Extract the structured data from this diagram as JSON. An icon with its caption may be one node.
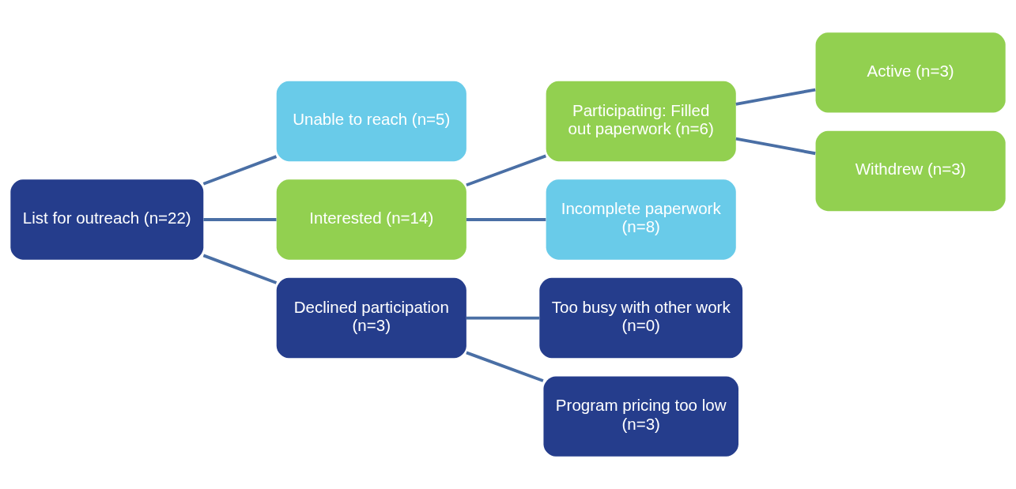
{
  "diagram": {
    "nodes": [
      {
        "text": [
          "List for outreach (n=22)"
        ]
      },
      {
        "text": [
          "Unable to reach (n=5)"
        ]
      },
      {
        "text": [
          "Interested (n=14)"
        ]
      },
      {
        "text": [
          "Declined participation (n=3)"
        ]
      },
      {
        "text": [
          "Participating: Filled out paperwork (n=6)"
        ]
      },
      {
        "text": [
          "Incomplete paperwork (n=8)"
        ]
      },
      {
        "text": [
          "Too busy with other work (n=0)"
        ]
      },
      {
        "text": [
          "Program pricing too low (n=3)"
        ]
      },
      {
        "text": [
          "Active (n=3)"
        ]
      },
      {
        "text": [
          "Withdrew (n=3)"
        ]
      }
    ],
    "edges": [
      {
        "from": 0,
        "to": 1,
        "arrow": "none"
      },
      {
        "from": 0,
        "to": 2,
        "arrow": "none"
      },
      {
        "from": 0,
        "to": 3,
        "arrow": "none"
      },
      {
        "from": 2,
        "to": 4,
        "arrow": "none"
      },
      {
        "from": 2,
        "to": 5,
        "arrow": "none"
      },
      {
        "from": 3,
        "to": 6,
        "arrow": "none"
      },
      {
        "from": 3,
        "to": 7,
        "arrow": "none"
      },
      {
        "from": 4,
        "to": 8,
        "arrow": "none"
      },
      {
        "from": 4,
        "to": 9,
        "arrow": "none"
      }
    ]
  }
}
